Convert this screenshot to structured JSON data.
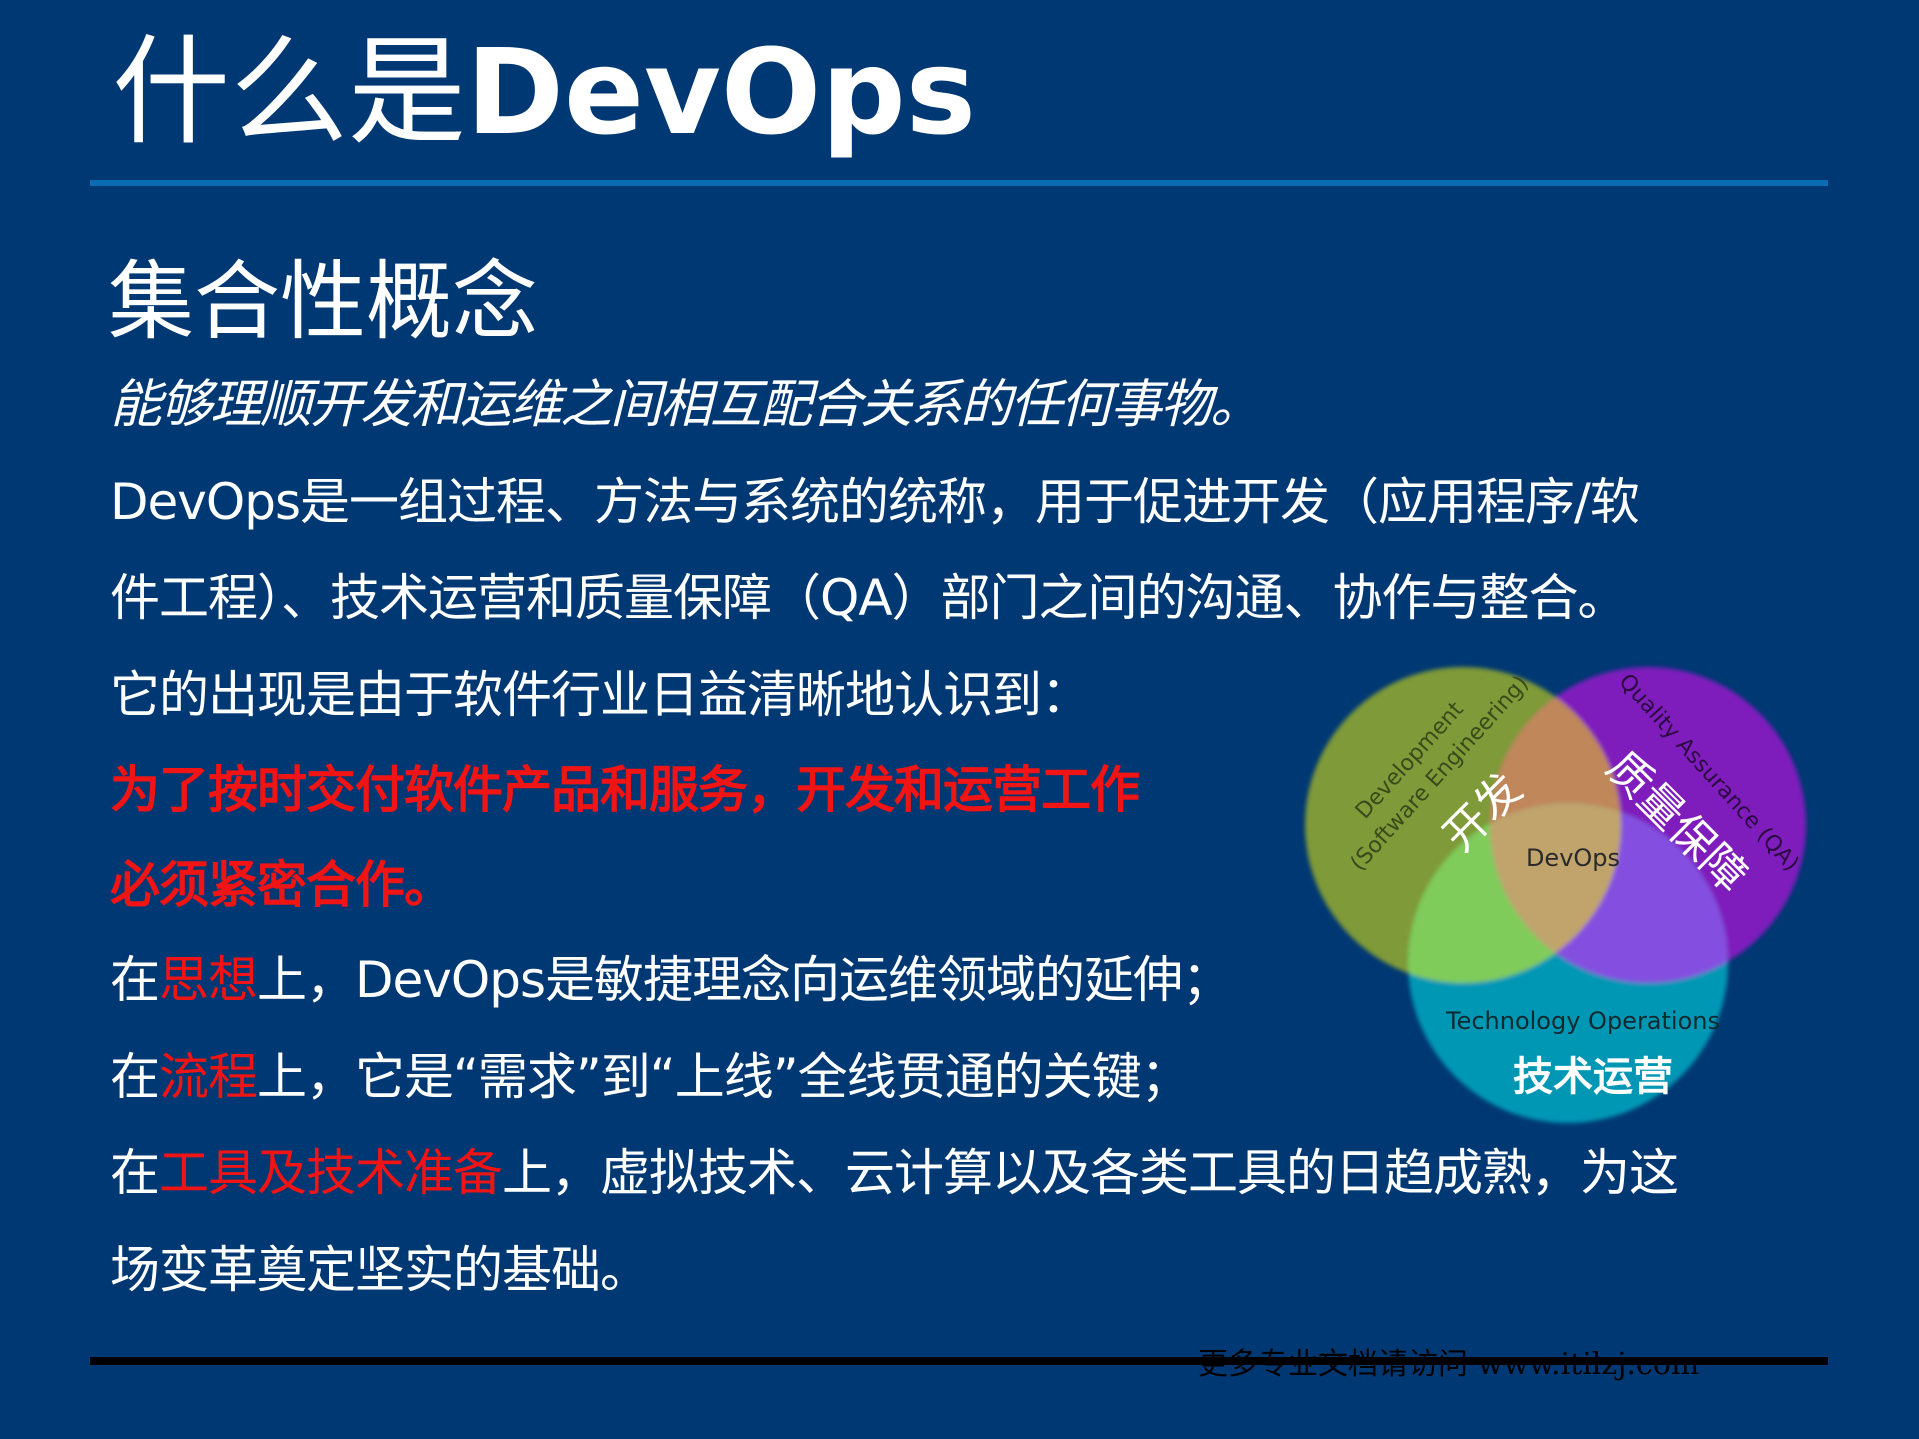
{
  "title": {
    "zh": "什么是",
    "en": "DevOps"
  },
  "subtitle": "集合性概念",
  "definition": "能够理顺开发和运维之间相互配合关系的任何事物。",
  "paragraph": [
    "DevOps是一组过程、方法与系统的统称，用于促进开发（应用程序/软",
    "件工程）、技术运营和质量保障（QA）部门之间的沟通、协作与整合。",
    "它的出现是由于软件行业日益清晰地认识到："
  ],
  "emphasis": [
    "为了按时交付软件产品和服务，开发和运营工作",
    "必须紧密合作。"
  ],
  "points": [
    {
      "prefix": "在",
      "highlight": "思想",
      "rest": "上，DevOps是敏捷理念向运维领域的延伸；"
    },
    {
      "prefix": "在",
      "highlight": "流程",
      "rest": "上，它是“需求”到“上线”全线贯通的关键；"
    },
    {
      "prefix": "在",
      "highlight": "工具及技术准备",
      "rest": "上，虚拟技术、云计算以及各类工具的日趋成熟，为这"
    }
  ],
  "last_line": "场变革奠定坚实的基础。",
  "footer": "更多专业文档请访问 www.itilzj.com",
  "venn": {
    "dev_en_1": "Development",
    "dev_en_2": "(Software Engineering)",
    "dev_zh": "开发",
    "qa_en": "Quality Assurance (QA)",
    "qa_zh": "质量保障",
    "ops_en": "Technology Operations",
    "ops_zh": "技术运营",
    "center": "DevOps",
    "colors": {
      "dev": "#7f9a38",
      "qa": "#7e1cbc",
      "ops": "#0097b5",
      "center": "#c0a46c"
    }
  }
}
